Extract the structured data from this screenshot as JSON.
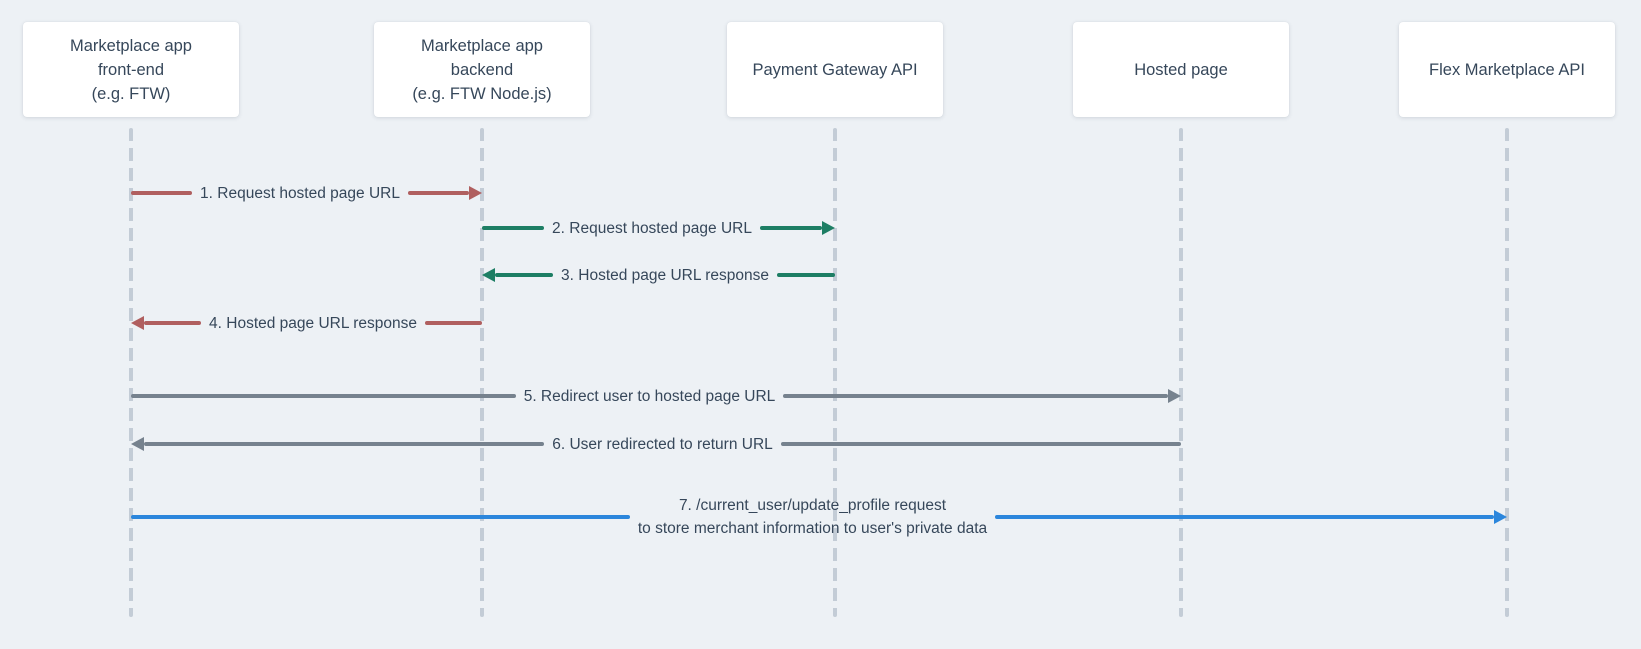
{
  "diagram": {
    "type": "sequence-diagram",
    "background_color": "#edf1f5",
    "text_color": "#36475a",
    "lifeline_color": "#c3ccd6",
    "actors": [
      {
        "label": "Marketplace app\nfront-end\n(e.g. FTW)"
      },
      {
        "label": "Marketplace app\nbackend\n(e.g. FTW Node.js)"
      },
      {
        "label": "Payment Gateway API"
      },
      {
        "label": "Hosted page"
      },
      {
        "label": "Flex Marketplace API"
      }
    ],
    "messages": [
      {
        "label": "1. Request hosted page URL",
        "from": 0,
        "to": 1,
        "direction": "right",
        "color": "#b05f5f"
      },
      {
        "label": "2. Request hosted page URL",
        "from": 1,
        "to": 2,
        "direction": "right",
        "color": "#1d7e64"
      },
      {
        "label": "3. Hosted page URL response",
        "from": 2,
        "to": 1,
        "direction": "left",
        "color": "#1d7e64"
      },
      {
        "label": "4. Hosted page URL response",
        "from": 1,
        "to": 0,
        "direction": "left",
        "color": "#b05f5f"
      },
      {
        "label": "5. Redirect user to hosted page URL",
        "from": 0,
        "to": 3,
        "direction": "right",
        "color": "#76828e"
      },
      {
        "label": "6. User redirected to return URL",
        "from": 3,
        "to": 0,
        "direction": "left",
        "color": "#76828e"
      },
      {
        "label": "7. /current_user/update_profile request\nto store merchant information to user's private data",
        "from": 0,
        "to": 4,
        "direction": "right",
        "color": "#2b86dc"
      }
    ]
  }
}
